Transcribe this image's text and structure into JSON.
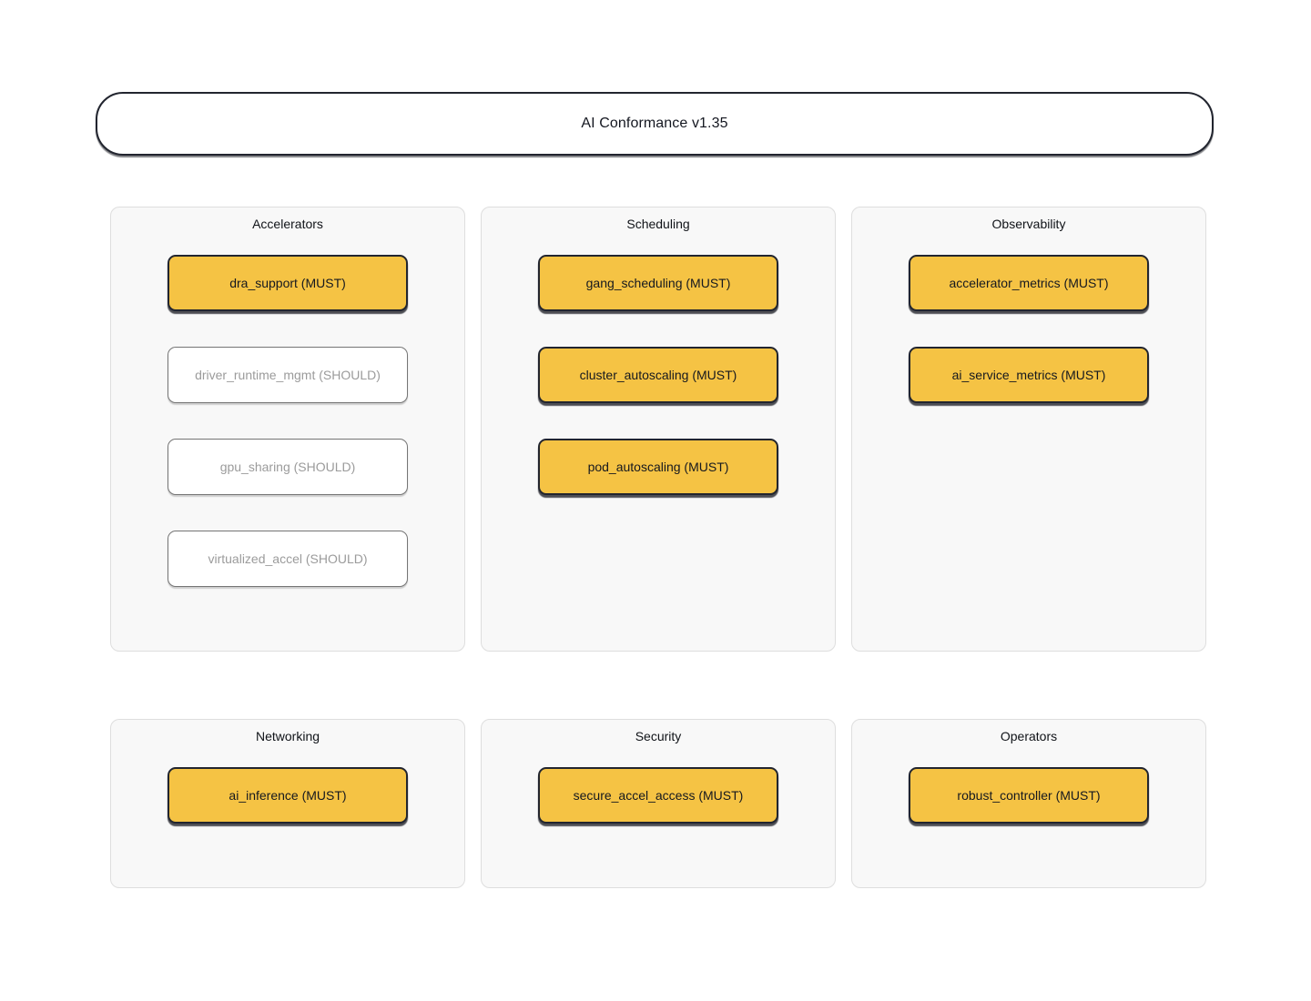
{
  "diagram": {
    "title": "AI Conformance v1.35",
    "background_color": "#ffffff",
    "must_fill_color": "#f5c344",
    "must_border_color": "#22252f",
    "should_fill_color": "#ffffff",
    "should_border_color": "#757575",
    "should_text_color": "#9b9b9b",
    "cluster_background_color": "#f8f8f8",
    "cluster_border_color": "#dedede"
  },
  "clusters": [
    {
      "title": "Accelerators",
      "nodes": [
        {
          "label": "dra_support (MUST)",
          "level": "MUST"
        },
        {
          "label": "driver_runtime_mgmt (SHOULD)",
          "level": "SHOULD"
        },
        {
          "label": "gpu_sharing (SHOULD)",
          "level": "SHOULD"
        },
        {
          "label": "virtualized_accel (SHOULD)",
          "level": "SHOULD"
        }
      ]
    },
    {
      "title": "Scheduling",
      "nodes": [
        {
          "label": "gang_scheduling (MUST)",
          "level": "MUST"
        },
        {
          "label": "cluster_autoscaling (MUST)",
          "level": "MUST"
        },
        {
          "label": "pod_autoscaling (MUST)",
          "level": "MUST"
        }
      ]
    },
    {
      "title": "Observability",
      "nodes": [
        {
          "label": "accelerator_metrics (MUST)",
          "level": "MUST"
        },
        {
          "label": "ai_service_metrics (MUST)",
          "level": "MUST"
        }
      ]
    },
    {
      "title": "Networking",
      "nodes": [
        {
          "label": "ai_inference (MUST)",
          "level": "MUST"
        }
      ]
    },
    {
      "title": "Security",
      "nodes": [
        {
          "label": "secure_accel_access (MUST)",
          "level": "MUST"
        }
      ]
    },
    {
      "title": "Operators",
      "nodes": [
        {
          "label": "robust_controller (MUST)",
          "level": "MUST"
        }
      ]
    }
  ]
}
